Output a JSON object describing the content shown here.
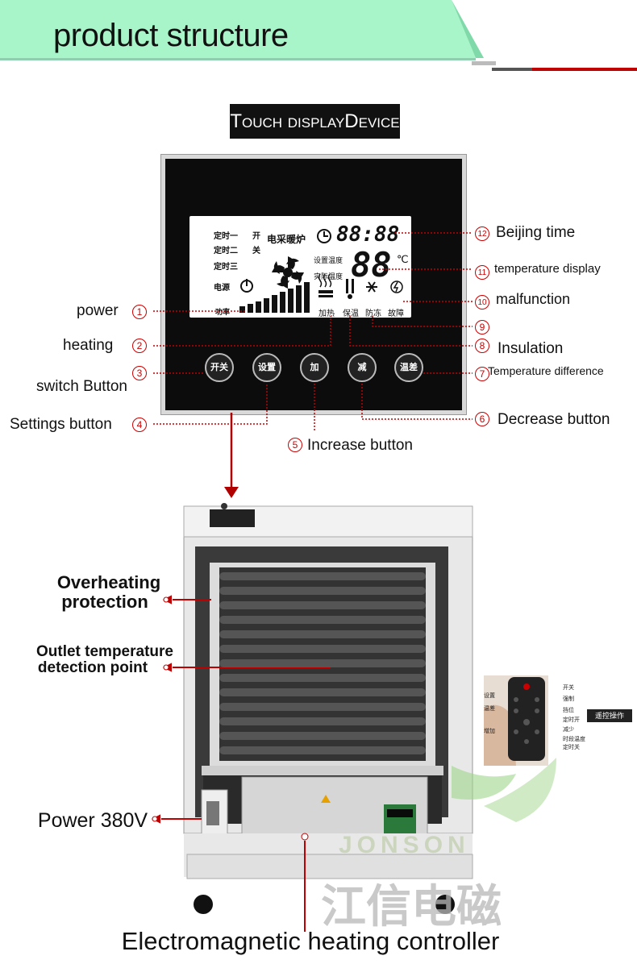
{
  "banner": {
    "title": "product structure"
  },
  "panel_header": {
    "label": "Touch displayDevice"
  },
  "lcd": {
    "timer1": "定时一",
    "timer2": "定时二",
    "timer3": "定时三",
    "on": "开",
    "off": "关",
    "brand": "电采暖炉",
    "power_label": "电源",
    "power_level_label": "功率",
    "clock_digits": "88:88",
    "set_temp": "设置温度",
    "actual_temp": "实际温度",
    "temp_digits": "88",
    "temp_unit": "℃",
    "heat": "加热",
    "insulate": "保温",
    "antifreeze": "防冻",
    "fault": "故障"
  },
  "buttons": [
    "开关",
    "设置",
    "加",
    "减",
    "温差"
  ],
  "callouts": {
    "power": {
      "num": "1",
      "text": "power"
    },
    "heating": {
      "num": "2",
      "text": "heating"
    },
    "switch": {
      "num": "3",
      "text": "switch Button"
    },
    "settings": {
      "num": "4",
      "text": "Settings button"
    },
    "increase": {
      "num": "5",
      "text": "Increase button"
    },
    "decrease": {
      "num": "6",
      "text": "Decrease button"
    },
    "tempdiff": {
      "num": "7",
      "text": "Temperature difference"
    },
    "insulation": {
      "num": "8",
      "text": "Insulation"
    },
    "antifreeze": {
      "num": "9",
      "text": ""
    },
    "malfunction": {
      "num": "10",
      "text": "malfunction"
    },
    "tempdisplay": {
      "num": "11",
      "text": "temperature display"
    },
    "beijing": {
      "num": "12",
      "text": "Beijing time"
    }
  },
  "unit_labels": {
    "overheating_1": "Overheating",
    "overheating_2": "protection",
    "outlet_1": "Outlet temperature",
    "outlet_2": "detection point",
    "power380": "Power 380V",
    "controller": "Electromagnetic heating controller"
  },
  "remote": {
    "tag": "遥控操作",
    "left": [
      "设置",
      "温差",
      "增加"
    ],
    "right": [
      "开关",
      "强制",
      "挡位",
      "定时开",
      "减少",
      "时段温度",
      "定时关"
    ]
  },
  "watermark": {
    "en": "JONSON",
    "cn": "江信电磁"
  },
  "colors": {
    "accent_red": "#c00000",
    "banner_green": "#a8f5c9"
  }
}
